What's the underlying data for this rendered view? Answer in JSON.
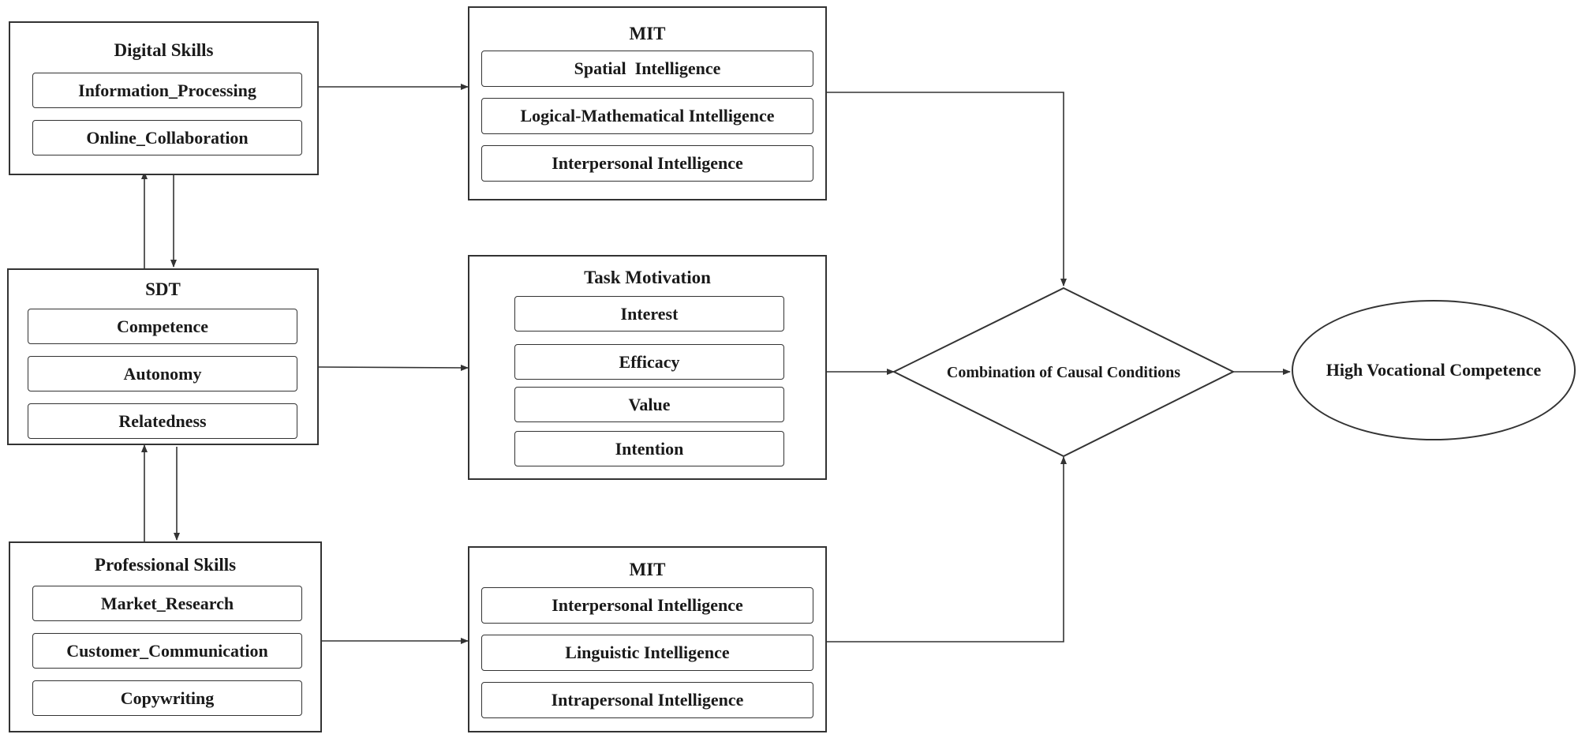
{
  "digital_skills": {
    "title": "Digital Skills",
    "items": [
      "Information_Processing",
      "Online_Collaboration"
    ]
  },
  "sdt": {
    "title": "SDT",
    "items": [
      "Competence",
      "Autonomy",
      "Relatedness"
    ]
  },
  "professional_skills": {
    "title": "Professional Skills",
    "items": [
      "Market_Research",
      "Customer_Communication",
      "Copywriting"
    ]
  },
  "mit_top": {
    "title": "MIT",
    "items": [
      "Spatial  Intelligence",
      "Logical-Mathematical Intelligence",
      "Interpersonal Intelligence"
    ]
  },
  "task_motivation": {
    "title": "Task Motivation",
    "items": [
      "Interest",
      "Efficacy",
      "Value",
      "Intention"
    ]
  },
  "mit_bottom": {
    "title": "MIT",
    "items": [
      "Interpersonal Intelligence",
      "Linguistic Intelligence",
      "Intrapersonal Intelligence"
    ]
  },
  "decision": {
    "label": "Combination of Causal Conditions"
  },
  "outcome": {
    "label": "High Vocational Competence"
  }
}
